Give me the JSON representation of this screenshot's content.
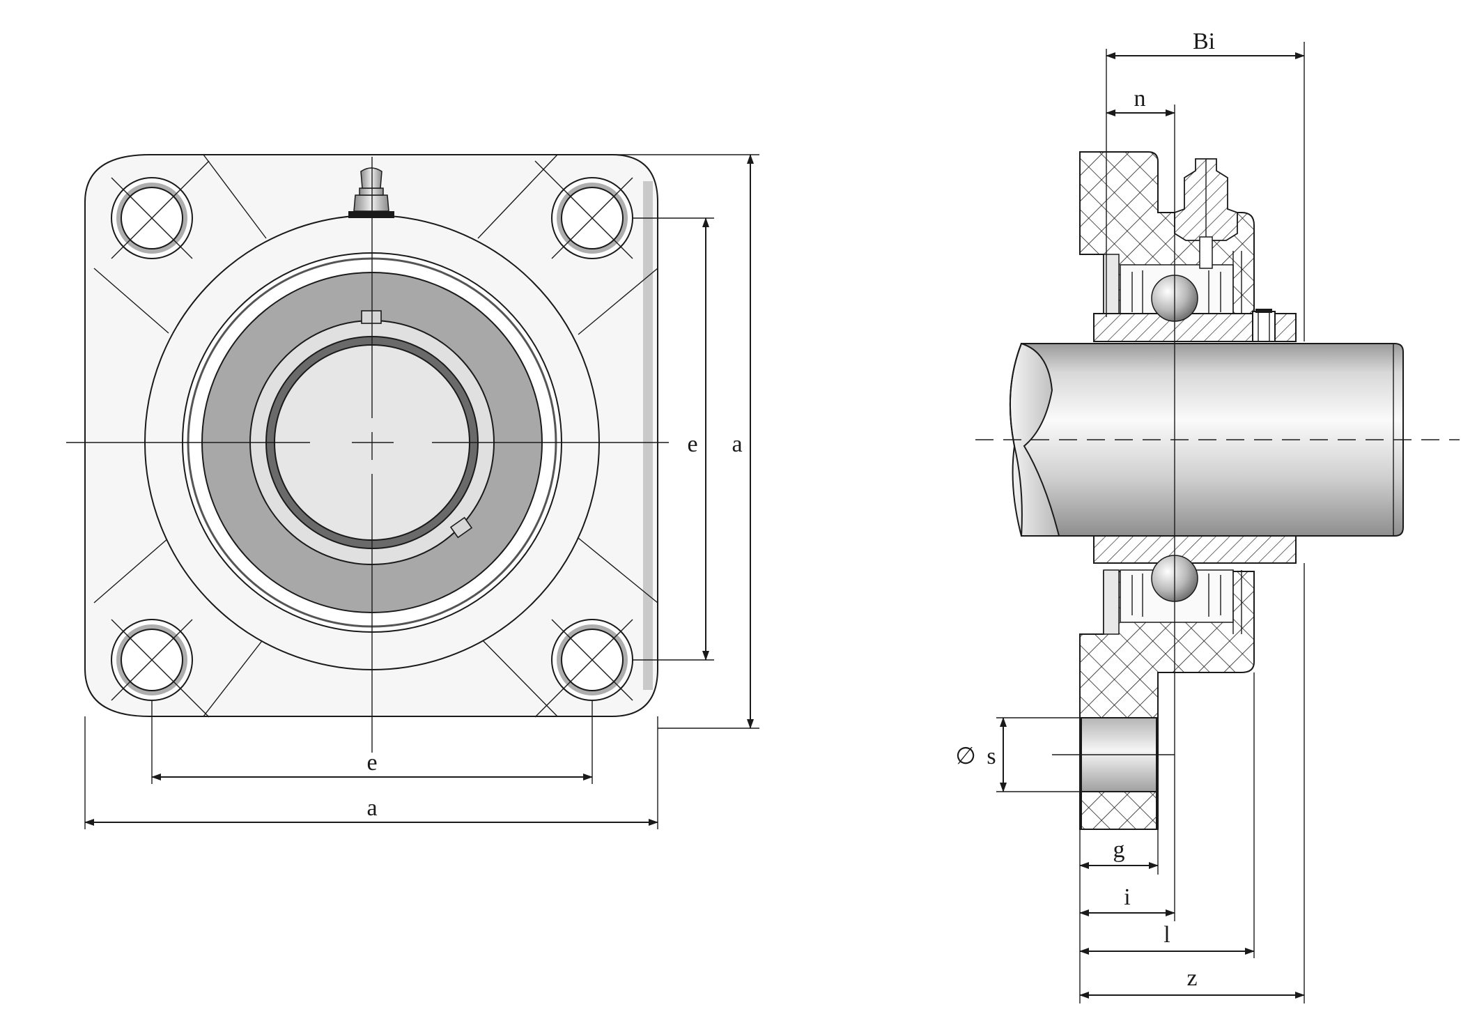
{
  "front_view": {
    "labels": {
      "e_horizontal": "e",
      "a_horizontal": "a",
      "e_vertical": "e",
      "a_vertical": "a"
    }
  },
  "side_view": {
    "labels": {
      "Bi": "Bi",
      "n": "n",
      "diameter_symbol": "∅",
      "s": "s",
      "g": "g",
      "i": "i",
      "l": "l",
      "z": "z"
    }
  },
  "colors": {
    "line": "#1a1a1a",
    "housing": "#f6f6f6",
    "insert_dark": "#a8a8a8",
    "bore": "#e6e6e6",
    "shaft_light": "#f0f0f0",
    "shaft_dark": "#b4b4b4"
  }
}
